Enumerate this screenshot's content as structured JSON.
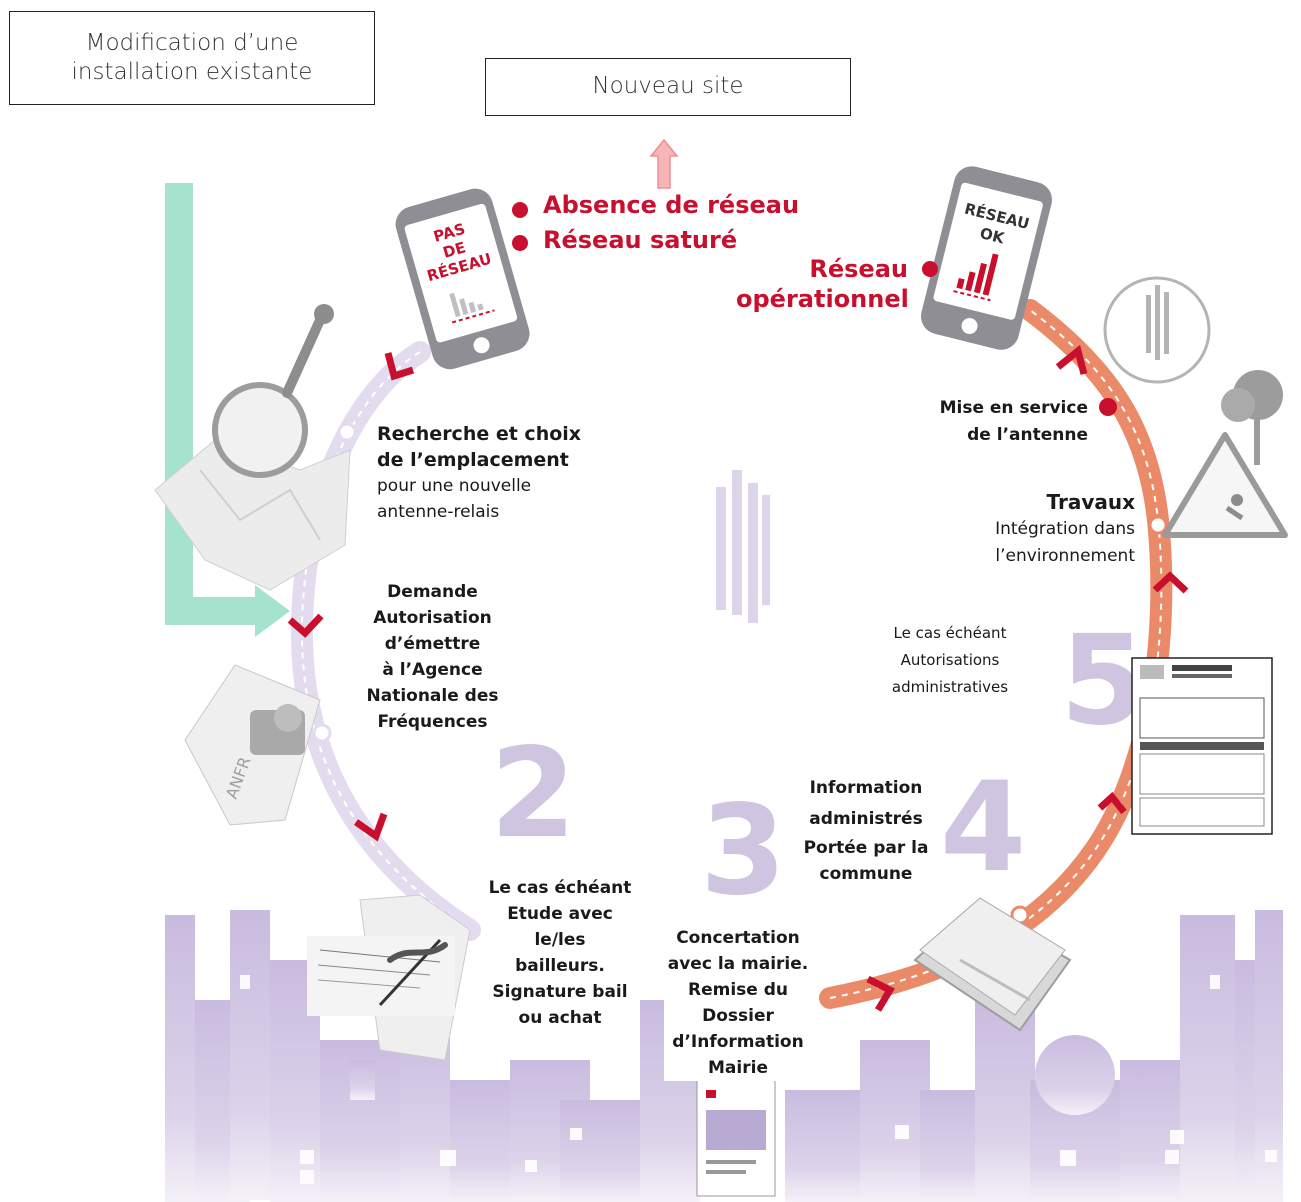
{
  "boxes": {
    "modification": "Modification d’une installation existante",
    "nouveau_site": "Nouveau site"
  },
  "phones": {
    "no_network": [
      "PAS",
      "DE",
      "RÉSEAU"
    ],
    "network_ok": [
      "RÉSEAU",
      "OK"
    ]
  },
  "alerts": {
    "absence": "Absence de réseau",
    "sature": "Réseau saturé"
  },
  "operational": {
    "line1": "Réseau",
    "line2": "opérationnel"
  },
  "steps": {
    "recherche": {
      "title1": "Recherche et choix",
      "title2": "de l’emplacement",
      "sub1": "pour une nouvelle",
      "sub2": "antenne-relais"
    },
    "demande": [
      "Demande",
      "Autorisation",
      "d’émettre",
      "à l’Agence",
      "Nationale des",
      "Fréquences"
    ],
    "bailleurs": [
      "Le cas échéant",
      "Etude avec",
      "le/les",
      "bailleurs.",
      "Signature bail",
      "ou achat"
    ],
    "concertation": [
      "Concertation",
      "avec la mairie.",
      "Remise du",
      "Dossier",
      "d’Information",
      "Mairie"
    ],
    "information": [
      "Information",
      "administrés",
      "Portée par la",
      "commune"
    ],
    "autorisations": [
      "Le cas échéant",
      "Autorisations",
      "administratives"
    ],
    "travaux": {
      "title": "Travaux",
      "sub1": "Intégration dans",
      "sub2": "l’environnement"
    },
    "mise_en_service": {
      "line1": "Mise en service",
      "line2": "de l’antenne"
    }
  },
  "numbers": [
    "2",
    "3",
    "4",
    "5"
  ],
  "stamp_text": "ANFR",
  "colors": {
    "brand_red": "#c8102e",
    "arc_lavender": "#e3dcef",
    "arc_orange": "#ea8a68",
    "city_lavender": "#c7b9dd",
    "teal_arrow": "#a6e3cf",
    "pink_arrow": "#f5a9ad"
  }
}
